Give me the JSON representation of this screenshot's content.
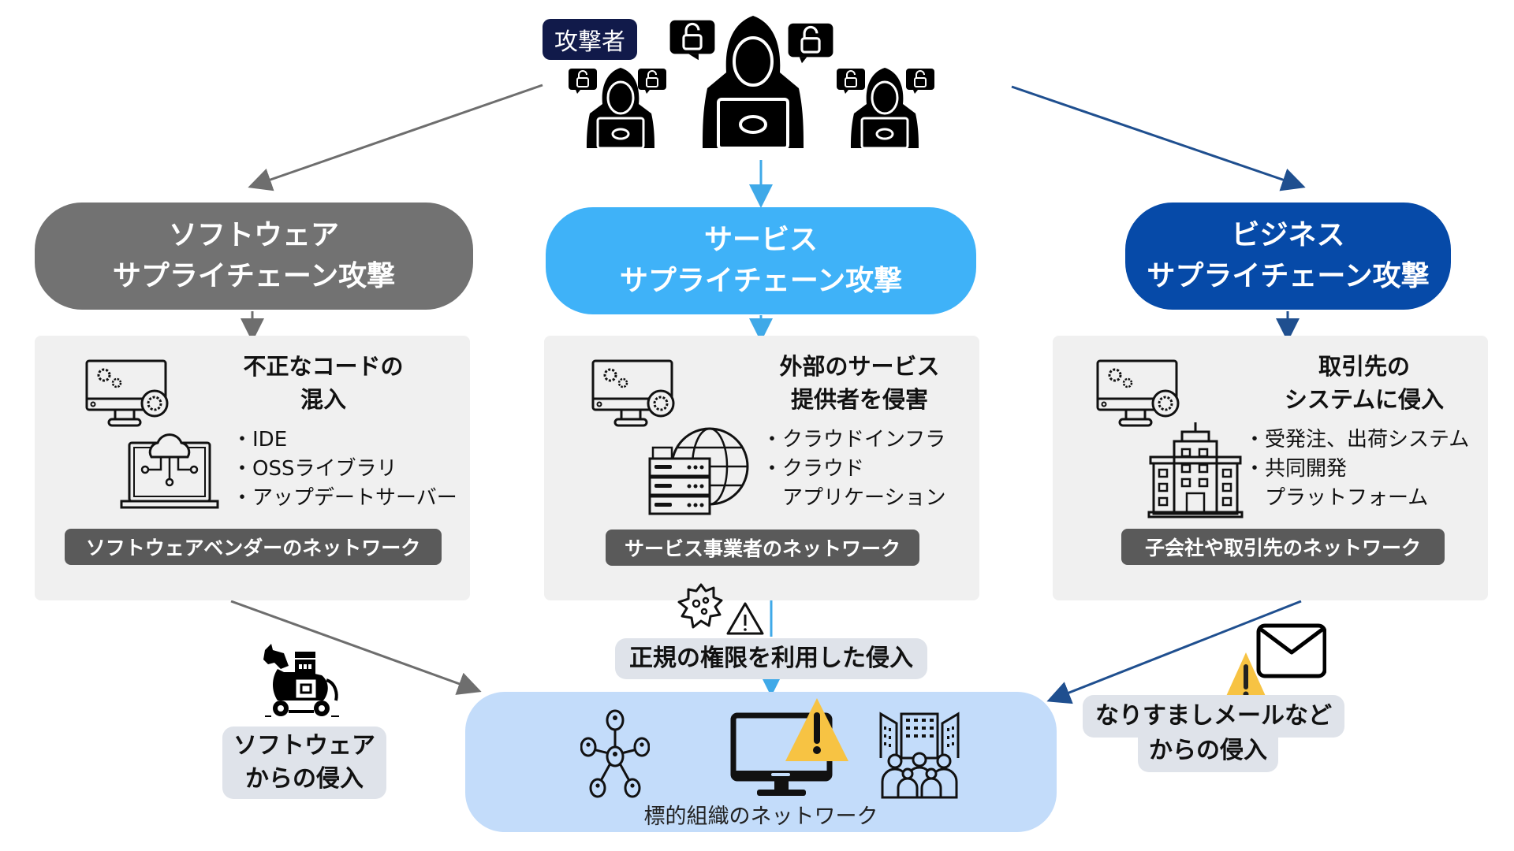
{
  "attacker": {
    "label": "攻撃者",
    "icon": "hooded-hacker-icon",
    "lock_icon": "unlocked-padlock-icon"
  },
  "attacks": [
    {
      "id": "software",
      "title_line1": "ソフトウェア",
      "title_line2": "サプライチェーン攻撃",
      "color": "#727272",
      "card_title_line1": "不正なコードの",
      "card_title_line2": "混入",
      "bullets": [
        "・IDE",
        "・OSSライブラリ",
        "・アップデートサーバー"
      ],
      "network_label": "ソフトウェアベンダーのネットワーク",
      "icons": [
        "monitor-gears-icon",
        "cloud-laptop-icon"
      ]
    },
    {
      "id": "service",
      "title_line1": "サービス",
      "title_line2": "サプライチェーン攻撃",
      "color": "#3fb2f8",
      "card_title_line1": "外部のサービス",
      "card_title_line2": "提供者を侵害",
      "bullets": [
        "・クラウドインフラ",
        "・クラウド",
        "　アプリケーション"
      ],
      "network_label": "サービス事業者のネットワーク",
      "icons": [
        "monitor-gears-icon",
        "server-globe-icon"
      ]
    },
    {
      "id": "business",
      "title_line1": "ビジネス",
      "title_line2": "サプライチェーン攻撃",
      "color": "#064aa8",
      "card_title_line1": "取引先の",
      "card_title_line2": "システムに侵入",
      "bullets": [
        "・受発注、出荷システム",
        "・共同開発",
        "　プラットフォーム"
      ],
      "network_label": "子会社や取引先のネットワーク",
      "icons": [
        "monitor-gears-icon",
        "office-building-icon"
      ]
    }
  ],
  "intrusions": {
    "software": {
      "line1": "ソフトウェア",
      "line2": "からの侵入",
      "icon": "trojan-horse-icon"
    },
    "service": {
      "line1": "正規の権限を利用した侵入",
      "icon": "virus-warning-icon"
    },
    "business": {
      "line1": "なりすましメールなど",
      "line2": "からの侵入",
      "icon": "envelope-warning-icon"
    }
  },
  "target": {
    "label": "標的組織のネットワーク",
    "icons": [
      "people-network-icon",
      "monitor-warning-icon",
      "buildings-people-icon"
    ]
  },
  "colors": {
    "gray_arrow": "#6e6e6e",
    "blue_arrow": "#3fa9e8",
    "navy_arrow": "#1f4f8f",
    "warning": "#f7c343",
    "target_bg": "#c3dcfa"
  }
}
